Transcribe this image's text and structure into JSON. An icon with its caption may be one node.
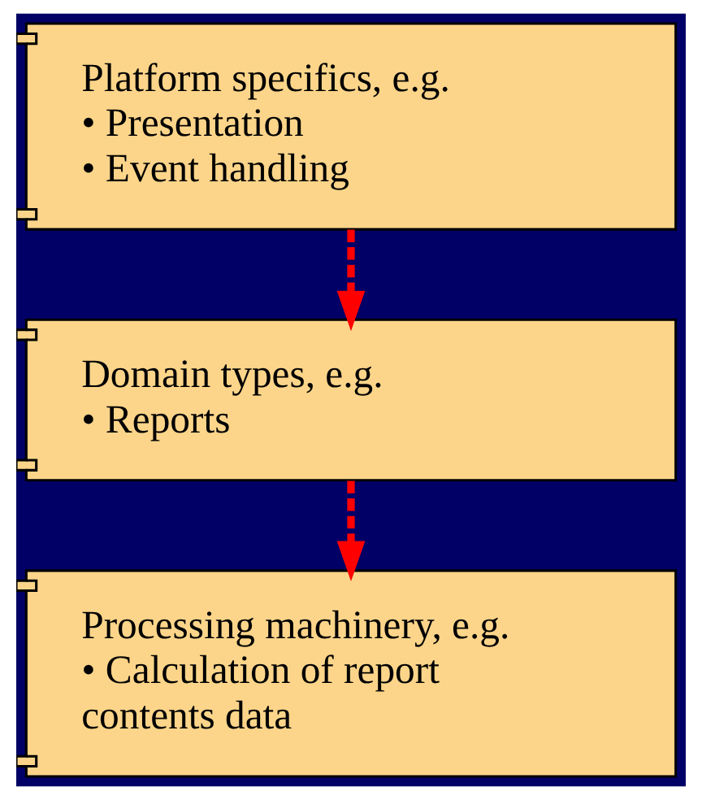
{
  "diagram": {
    "nodes": [
      {
        "text": [
          "Platform specifics, e.g.",
          "• Presentation",
          "• Event handling"
        ]
      },
      {
        "text": [
          "Domain types, e.g.",
          "• Reports"
        ]
      },
      {
        "text": [
          "Processing machinery, e.g.",
          "• Calculation of report contents data"
        ]
      }
    ],
    "edges": [
      {
        "from": 0,
        "to": 1,
        "arrow": "to",
        "style": "dashed"
      },
      {
        "from": 1,
        "to": 2,
        "arrow": "to",
        "style": "dashed"
      }
    ]
  }
}
